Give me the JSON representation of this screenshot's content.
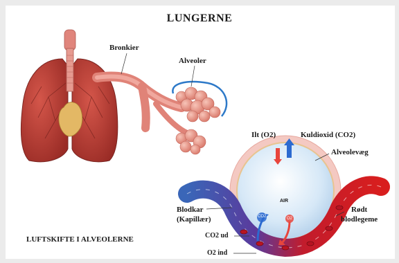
{
  "title": "LUNGERNE",
  "labels": {
    "bronkier": "Bronkier",
    "alveoler": "Alveoler",
    "ilt": "Ilt (O2)",
    "kuldioxid": "Kuldioxid (CO2)",
    "alveolevaeg": "Alveolevæg",
    "air": "AIR",
    "blodkar_line1": "Blodkar",
    "blodkar_line2": "(Kapillær)",
    "rodt_line1": "Rødt",
    "rodt_line2": "blodlegeme",
    "co2_ud": "CO2 ud",
    "o2_ind": "O2 ind",
    "co2_bubble": "CO2",
    "o2_bubble": "O2",
    "section": "LUFTSKIFTE I ALVEOLERNE"
  },
  "colors": {
    "lung": "#c8463c",
    "lung_dark": "#8e2a24",
    "trachea": "#e0857c",
    "heart": "#e8c070",
    "alveoli": "#e79a8c",
    "blue_vessel": "#3a66b8",
    "red_vessel": "#d81e1e",
    "alveole_fill": "#dcebf7",
    "arrow_o2": "#e8453c",
    "arrow_co2": "#2c6ad0"
  }
}
